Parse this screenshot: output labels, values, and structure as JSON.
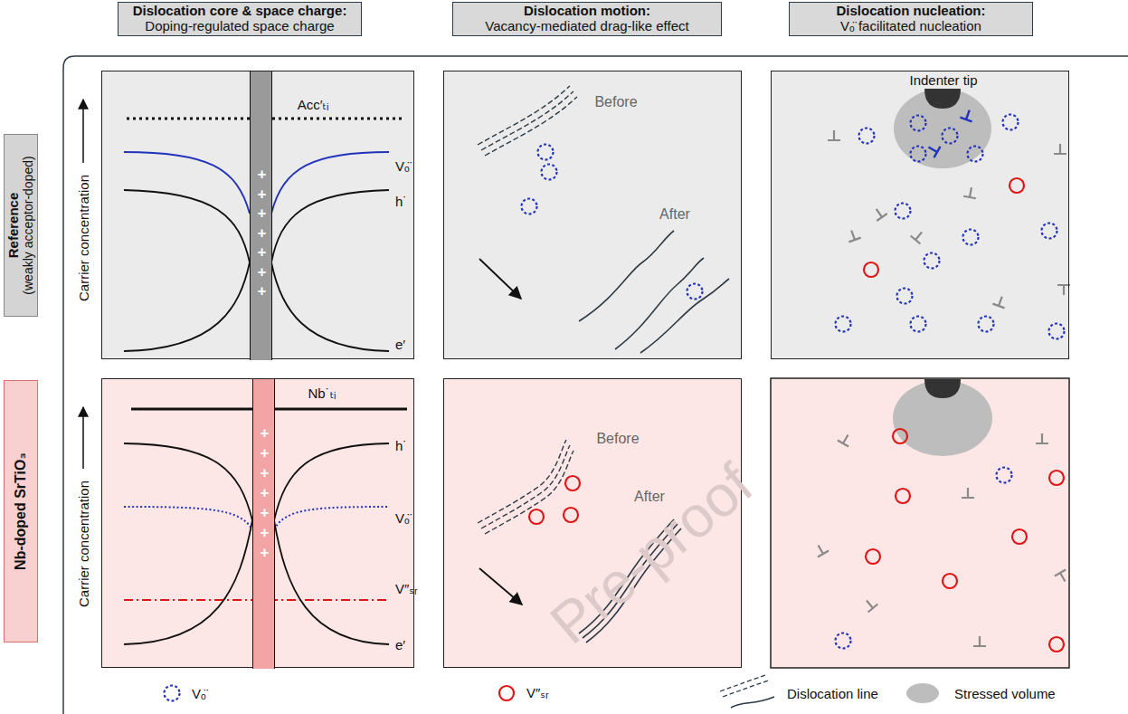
{
  "diagram": {
    "nodes": [
      {
        "text": [
          "Dislocation core & space charge:",
          "Doping-regulated space charge"
        ]
      },
      {
        "text": [
          "Dislocation motion:",
          "Vacancy-mediated drag-like effect"
        ]
      },
      {
        "text": [
          "Dislocation nucleation:",
          "Vₒ̈ facilitated nucleation"
        ]
      },
      {
        "text": [
          "Reference",
          "(weakly acceptor-doped)"
        ]
      },
      {
        "text": [
          "Carrier concentration",
          "Acc′ₜᵢ",
          "Vₒ̈",
          "h˙",
          "e′"
        ]
      },
      {
        "text": [
          "+",
          "+",
          "+",
          "+",
          "+",
          "+",
          "+"
        ],
        "in": 4
      },
      {
        "text": [
          "Before",
          "After"
        ]
      },
      {
        "text": [
          "Indenter tip"
        ]
      },
      {
        "text": [
          "Nb-doped SrTiO₃"
        ]
      },
      {
        "text": [
          "Carrier concentration",
          "Nb˙ₜᵢ",
          "h˙",
          "Vₒ̈",
          "V″ₛᵣ",
          "e′"
        ]
      },
      {
        "text": [
          "+",
          "+",
          "+",
          "+",
          "+",
          "+",
          "+"
        ],
        "in": 9
      },
      {
        "text": [
          "Before",
          "After"
        ]
      }
    ],
    "labels": [
      "Pre-proof"
    ],
    "legend": [
      {
        "text": "Vₒ̈"
      },
      {
        "text": "V″ₛᵣ"
      },
      {
        "text": "Dislocation line"
      },
      {
        "text": "Stressed volume"
      }
    ]
  }
}
